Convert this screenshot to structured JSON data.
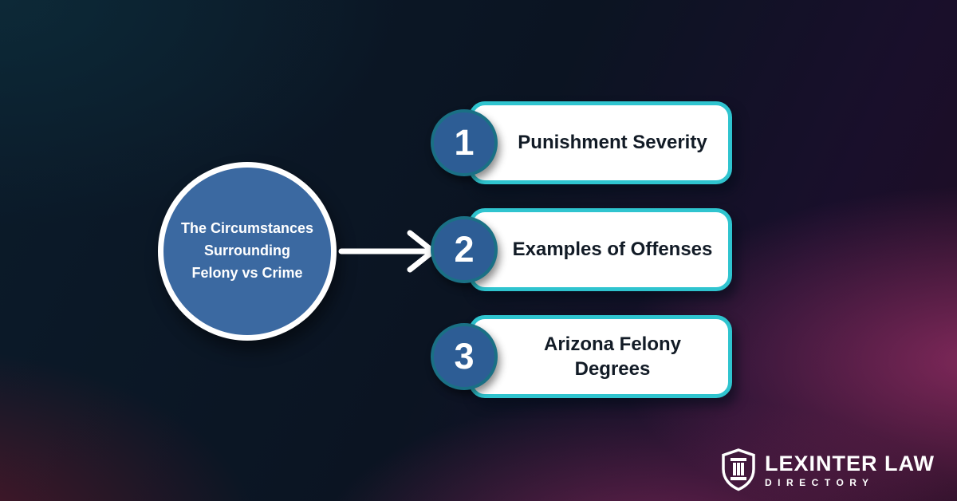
{
  "colors": {
    "accent_teal": "#2fc4cf",
    "topic_circle_blue": "#3b69a1",
    "number_badge_blue": "#2d5d95",
    "card_background": "#ffffff",
    "card_text": "#121b26",
    "background_navy": "#0b1422",
    "background_magenta": "#d03e86"
  },
  "topic": {
    "label": "The Circumstances Surrounding Felony vs Crime"
  },
  "items": [
    {
      "number": "1",
      "label": "Punishment Severity"
    },
    {
      "number": "2",
      "label": "Examples of Offenses"
    },
    {
      "number": "3",
      "label": "Arizona Felony Degrees"
    }
  ],
  "logo": {
    "name": "LEXINTER LAW",
    "tagline": "DIRECTORY"
  }
}
